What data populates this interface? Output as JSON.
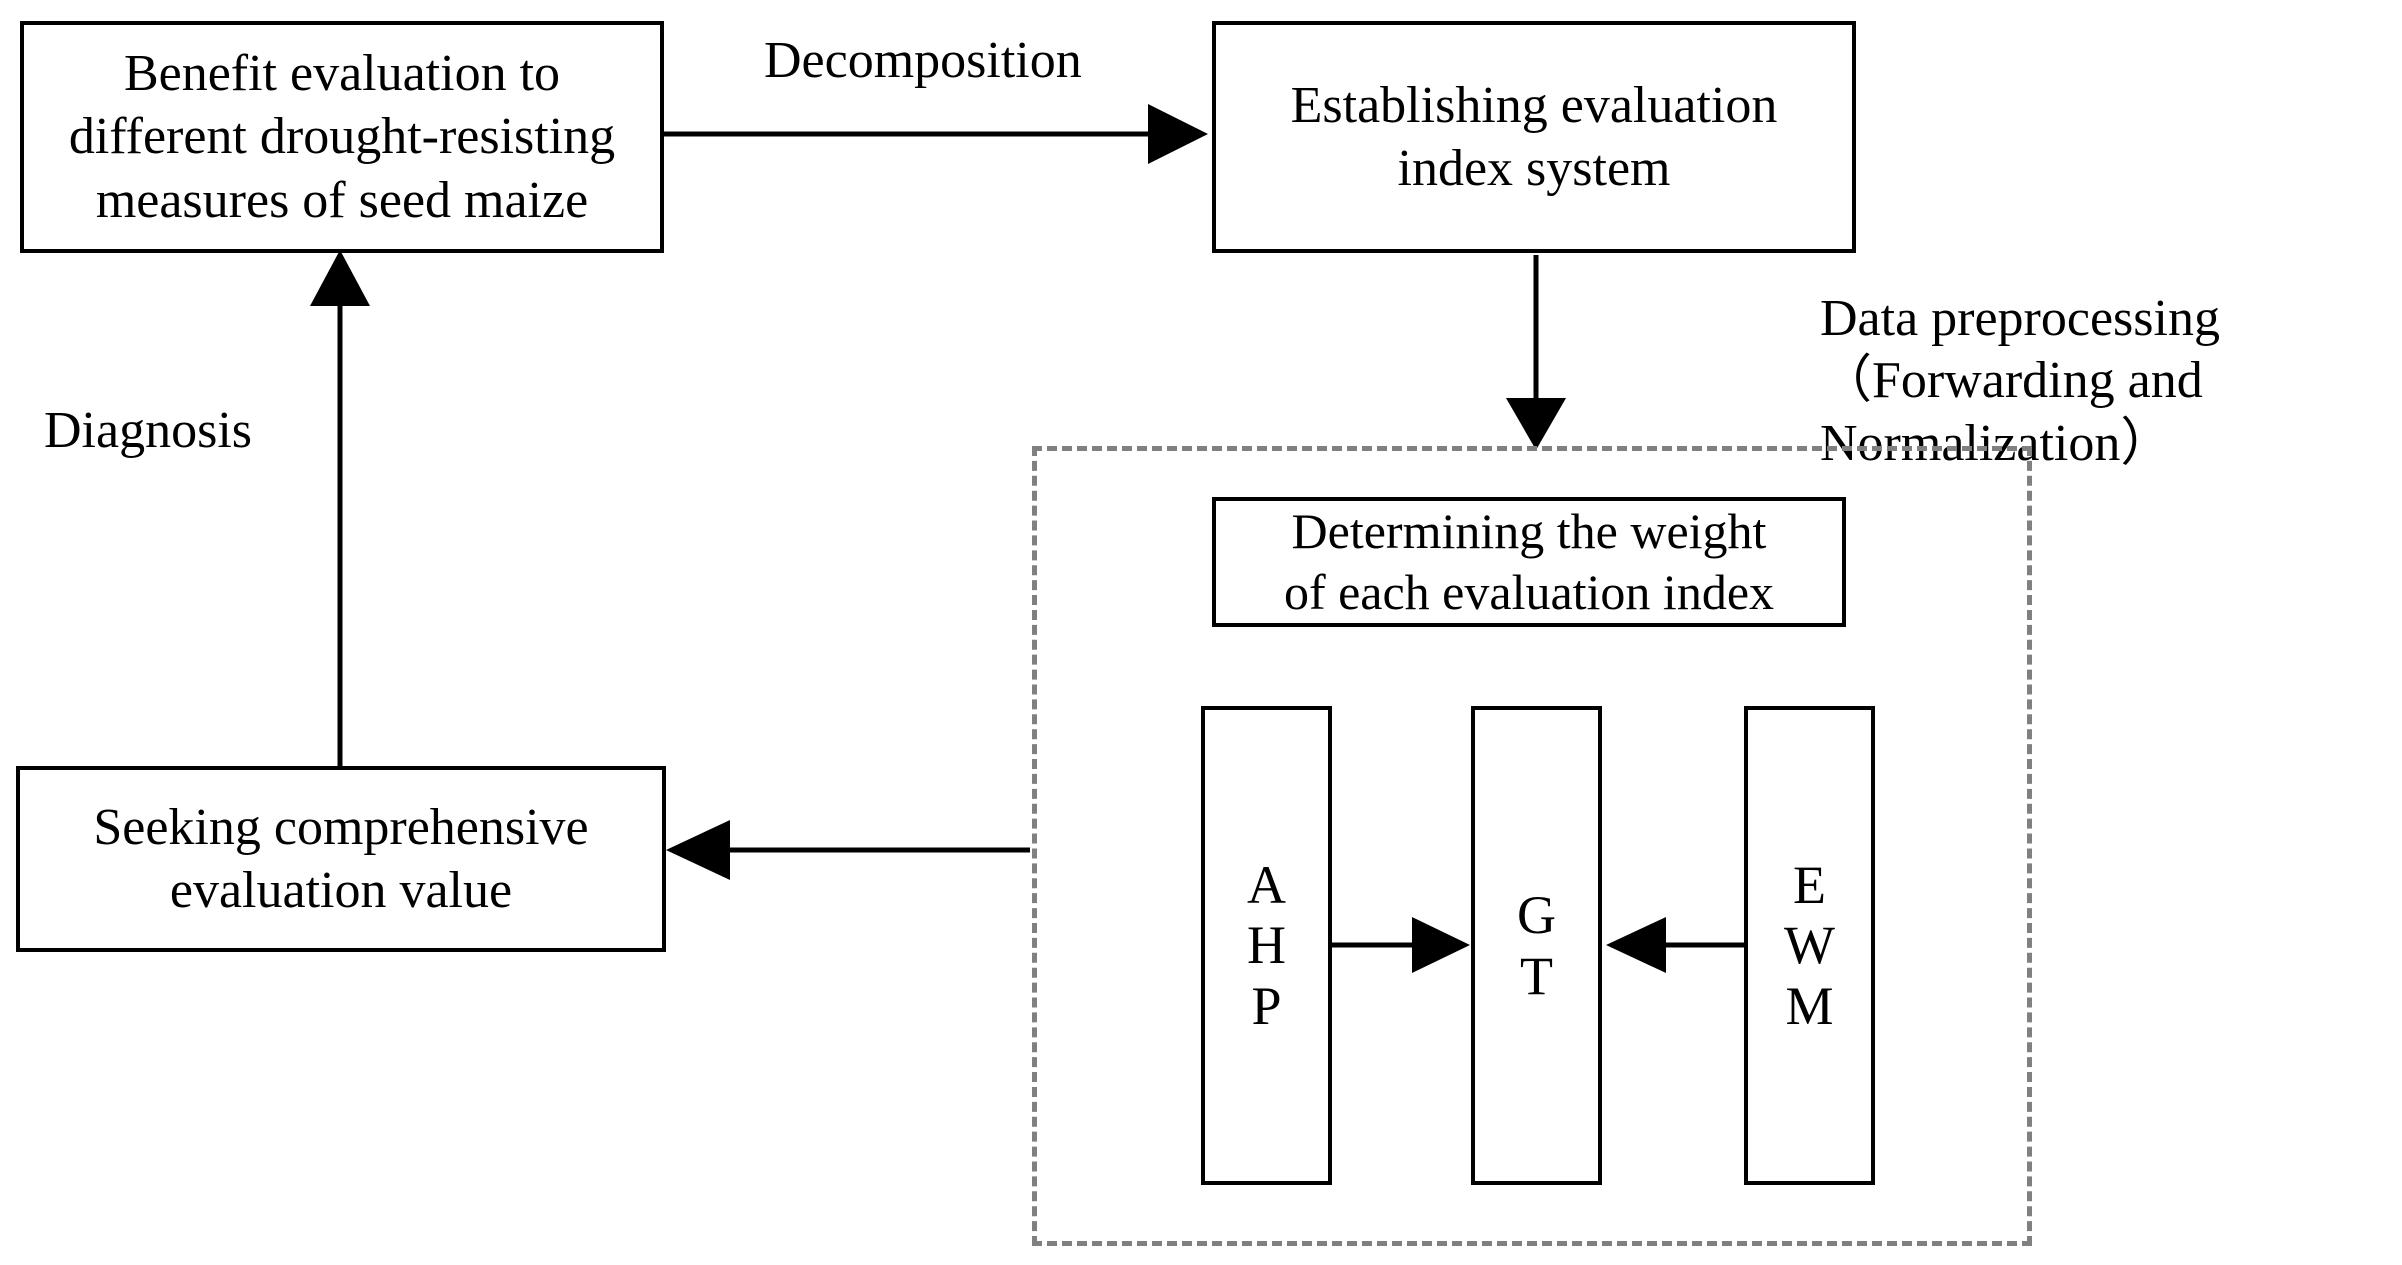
{
  "diagram": {
    "title_text": "",
    "colors": {
      "stroke": "#000000",
      "dashed_group": "#808080",
      "background": "#ffffff"
    },
    "nodes": {
      "goal": {
        "label": "Benefit evaluation to\ndifferent drought-resisting\nmeasures of seed maize"
      },
      "index_system": {
        "label": "Establishing evaluation\nindex system"
      },
      "weight": {
        "label": "Determining the weight\nof each evaluation index"
      },
      "ahp": {
        "label": "AHP",
        "letters": [
          "A",
          "H",
          "P"
        ]
      },
      "gt": {
        "label": "GT",
        "letters": [
          "G",
          "T"
        ]
      },
      "ewm": {
        "label": "EWM",
        "letters": [
          "E",
          "W",
          "M"
        ]
      },
      "comprehensive_value": {
        "label": "Seeking comprehensive\nevaluation value"
      }
    },
    "edge_labels": {
      "decomposition": "Decomposition",
      "data_preprocessing": "Data preprocessing\n（Forwarding and Normalization）",
      "diagnosis": "Diagnosis"
    },
    "edges": [
      {
        "name": "goal-to-index-system",
        "from": "goal",
        "to": "index_system",
        "label": "Decomposition",
        "direction": "right"
      },
      {
        "name": "index-system-to-weight-group",
        "from": "index_system",
        "to": "weight_group",
        "label": "Data preprocessing （Forwarding and Normalization）",
        "direction": "down"
      },
      {
        "name": "ahp-to-gt",
        "from": "ahp",
        "to": "gt",
        "label": "",
        "direction": "right"
      },
      {
        "name": "ewm-to-gt",
        "from": "ewm",
        "to": "gt",
        "label": "",
        "direction": "left"
      },
      {
        "name": "weight-group-to-comprehensive-value",
        "from": "weight_group",
        "to": "comprehensive_value",
        "label": "",
        "direction": "left"
      },
      {
        "name": "comprehensive-value-to-goal",
        "from": "comprehensive_value",
        "to": "goal",
        "label": "Diagnosis",
        "direction": "up"
      }
    ]
  }
}
